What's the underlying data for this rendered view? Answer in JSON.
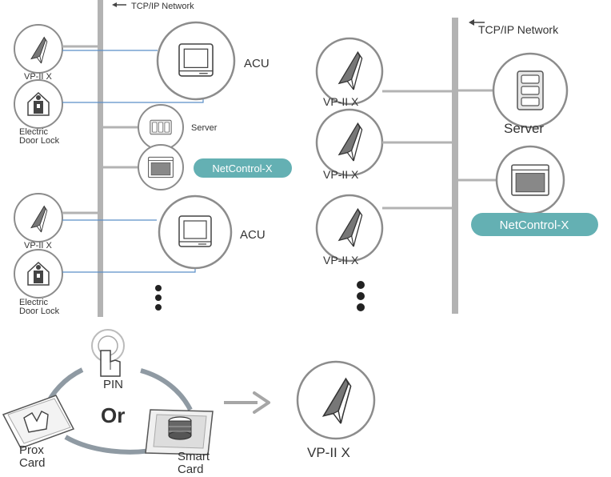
{
  "left_diagram": {
    "network_label": "TCP/IP Network",
    "group1": {
      "reader_label": "VP-II X",
      "lock_label_line1": "Electric",
      "lock_label_line2": "Door Lock",
      "acu_label": "ACU"
    },
    "server_label": "Server",
    "netcontrol_label": "NetControl-X",
    "group2": {
      "reader_label": "VP-II X",
      "lock_label_line1": "Electric",
      "lock_label_line2": "Door Lock",
      "acu_label": "ACU"
    }
  },
  "right_diagram": {
    "network_label": "TCP/IP Network",
    "readers": [
      {
        "label": "VP-II X"
      },
      {
        "label": "VP-II X"
      },
      {
        "label": "VP-II X"
      }
    ],
    "server_label": "Server",
    "netcontrol_label": "NetControl-X"
  },
  "bottom_diagram": {
    "pin_label": "PIN",
    "or_label": "Or",
    "prox_label_line1": "Prox",
    "prox_label_line2": "Card",
    "smart_label_line1": "Smart",
    "smart_label_line2": "Card",
    "reader_label": "VP-II X"
  },
  "colors": {
    "bus": "#b3b3b3",
    "circle_stroke": "#8c8c8c",
    "link_line": "#5b8fc7",
    "pill_fill": "#64b0b3",
    "ring": "#8f9aa3",
    "arrow": "#a6a6a6"
  }
}
